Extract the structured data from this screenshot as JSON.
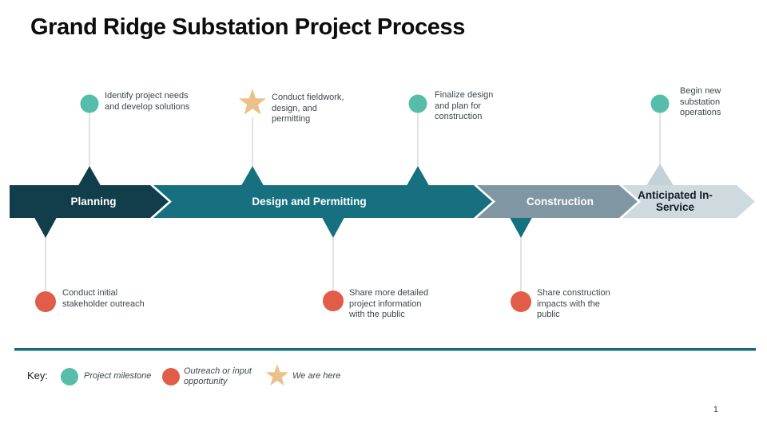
{
  "slide": {
    "title": "Grand Ridge Substation Project Process",
    "page_number": "1"
  },
  "phases": [
    {
      "label": "Planning",
      "color": "#123E4B"
    },
    {
      "label": "Design and Permitting",
      "color": "#16707F"
    },
    {
      "label": "Construction",
      "color": "#8097A3"
    },
    {
      "label": "Anticipated In-Service",
      "color": "#CEDADE"
    }
  ],
  "milestones_above": [
    {
      "marker": "milestone-circle",
      "label": "Identify project needs and develop solutions"
    },
    {
      "marker": "we-are-here-star",
      "label": "Conduct fieldwork, design, and permitting"
    },
    {
      "marker": "milestone-circle",
      "label": "Finalize design and plan for construction"
    },
    {
      "marker": "milestone-circle",
      "label": "Begin new substation operations"
    }
  ],
  "outreach_below": [
    {
      "marker": "outreach-circle",
      "label": "Conduct initial stakeholder outreach"
    },
    {
      "marker": "outreach-circle",
      "label": "Share more detailed project information with the public"
    },
    {
      "marker": "outreach-circle",
      "label": "Share construction impacts with the public"
    }
  ],
  "key": {
    "title": "Key:",
    "items": [
      {
        "marker": "milestone-circle",
        "label": "Project milestone"
      },
      {
        "marker": "outreach-circle",
        "label": "Outreach or input opportunity"
      },
      {
        "marker": "we-are-here-star",
        "label": "We are here"
      }
    ]
  },
  "colors": {
    "milestone_teal": "#55BDAA",
    "outreach_red": "#E15C49",
    "star_tan": "#ECC08A",
    "pointer_light_gray": "#C3D2D8",
    "divider_teal": "#186B75",
    "connector_gray": "#D9D9D9",
    "body_text": "#3E474C"
  }
}
